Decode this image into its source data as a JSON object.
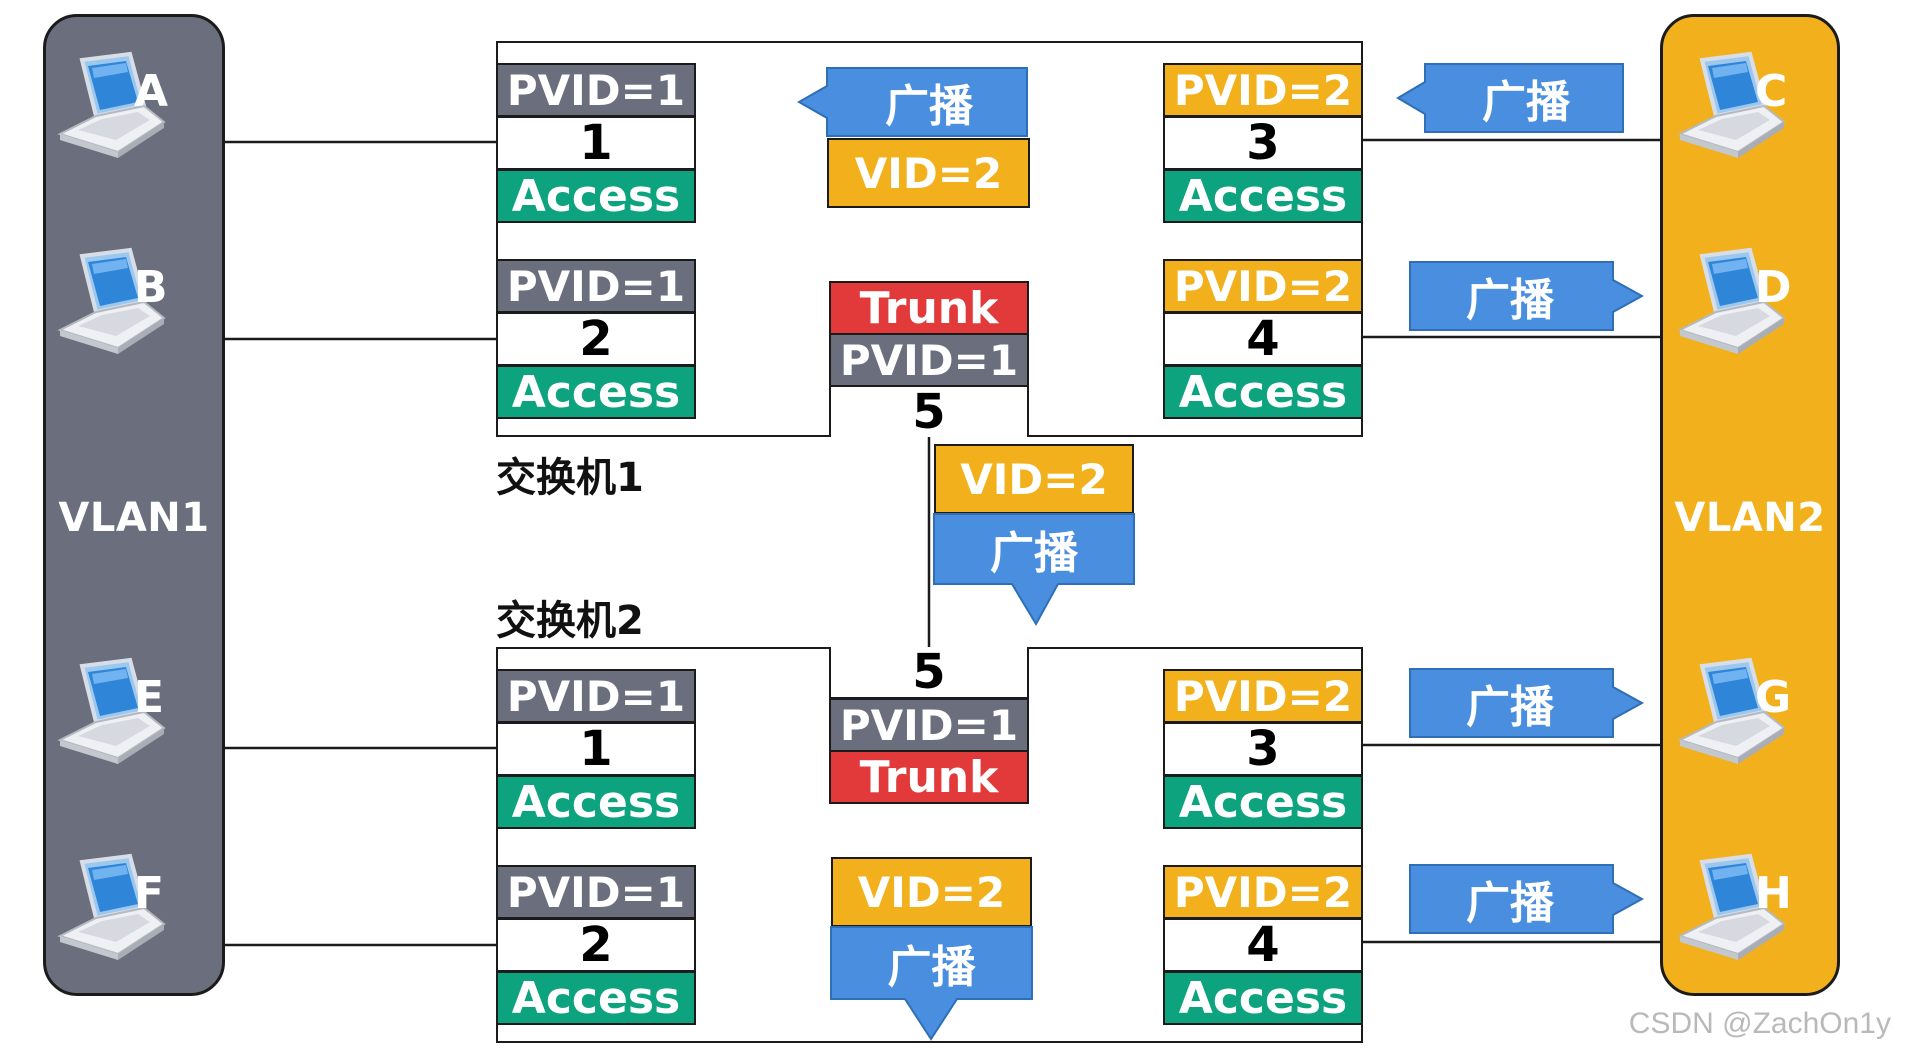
{
  "vlan_left": {
    "label": "VLAN1",
    "color": "#6b6f7d"
  },
  "vlan_right": {
    "label": "VLAN2",
    "color": "#f2b11c"
  },
  "hosts": {
    "A": "A",
    "B": "B",
    "C": "C",
    "D": "D",
    "E": "E",
    "F": "F",
    "G": "G",
    "H": "H"
  },
  "switch1": {
    "label": "交换机1",
    "port1": {
      "pvid": "PVID=1",
      "num": "1",
      "mode": "Access"
    },
    "port2": {
      "pvid": "PVID=1",
      "num": "2",
      "mode": "Access"
    },
    "port3": {
      "pvid": "PVID=2",
      "num": "3",
      "mode": "Access"
    },
    "port4": {
      "pvid": "PVID=2",
      "num": "4",
      "mode": "Access"
    },
    "port5": {
      "mode": "Trunk",
      "pvid": "PVID=1",
      "num": "5"
    },
    "frame": {
      "broadcast": "广播",
      "vid": "VID=2"
    }
  },
  "switch2": {
    "label": "交换机2",
    "port1": {
      "pvid": "PVID=1",
      "num": "1",
      "mode": "Access"
    },
    "port2": {
      "pvid": "PVID=1",
      "num": "2",
      "mode": "Access"
    },
    "port3": {
      "pvid": "PVID=2",
      "num": "3",
      "mode": "Access"
    },
    "port4": {
      "pvid": "PVID=2",
      "num": "4",
      "mode": "Access"
    },
    "port5": {
      "num": "5",
      "pvid": "PVID=1",
      "mode": "Trunk"
    },
    "frame": {
      "vid": "VID=2",
      "broadcast": "广播"
    }
  },
  "trunk_frame": {
    "vid": "VID=2",
    "broadcast": "广播"
  },
  "host_broadcast": {
    "C": "广播",
    "D": "广播",
    "G": "广播",
    "H": "广播"
  },
  "watermark": "CSDN @ZachOn1y",
  "colors": {
    "grey": "#6b6f7d",
    "orange": "#f2b11c",
    "green": "#0ea37f",
    "red": "#e23a3a",
    "blue": "#4a8ee0"
  }
}
